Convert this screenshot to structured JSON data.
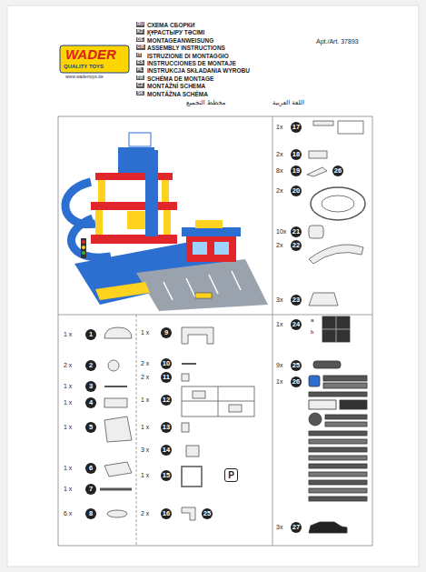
{
  "diagram": {
    "labels": [
      "WADER",
      "QUALITY TOYS",
      "www.wadertoys.de",
      "RU",
      "СХЕМА СБОРКИ",
      "KZ",
      "ҚҰРАСТЫРУ ТӘСІМІ",
      "DE",
      "MONTAGEANWEISUNG",
      "GB",
      "ASSEMBLY INSTRUCTIONS",
      "IT",
      "ISTRUZIONE DI MONTAGGIO",
      "ES",
      "INSTRUCCIONES DE MONTAJE",
      "PL",
      "INSTRUKCJA SKŁADANIA WYROBU",
      "FR",
      "SCHÉMA DE MONTAGE",
      "CZ",
      "MONTÁŽNÍ SCHEMA",
      "SK",
      "MONTÁŽNA SCHÉMA",
      "اللغة العربية",
      "مخطط التجميع",
      "Apt./Art. 37893",
      "1 x",
      "1",
      "2 x",
      "2",
      "1 x",
      "3",
      "1 x",
      "4",
      "1 x",
      "5",
      "1 x",
      "6",
      "1 x",
      "7",
      "6 x",
      "8",
      "1 x",
      "9",
      "2 x",
      "10",
      "2 x",
      "11",
      "1 x",
      "12",
      "1 x",
      "13",
      "3 x",
      "14",
      "1 x",
      "15",
      "2 x",
      "16",
      "P",
      "25",
      "1x",
      "17",
      "2x",
      "18",
      "8x",
      "19",
      "2x",
      "20",
      "10x",
      "21",
      "2x",
      "22",
      "3x",
      "23",
      "26",
      "1x",
      "24",
      "a",
      "b",
      "9x",
      "25",
      "1x",
      "26",
      "3x",
      "27"
    ]
  }
}
